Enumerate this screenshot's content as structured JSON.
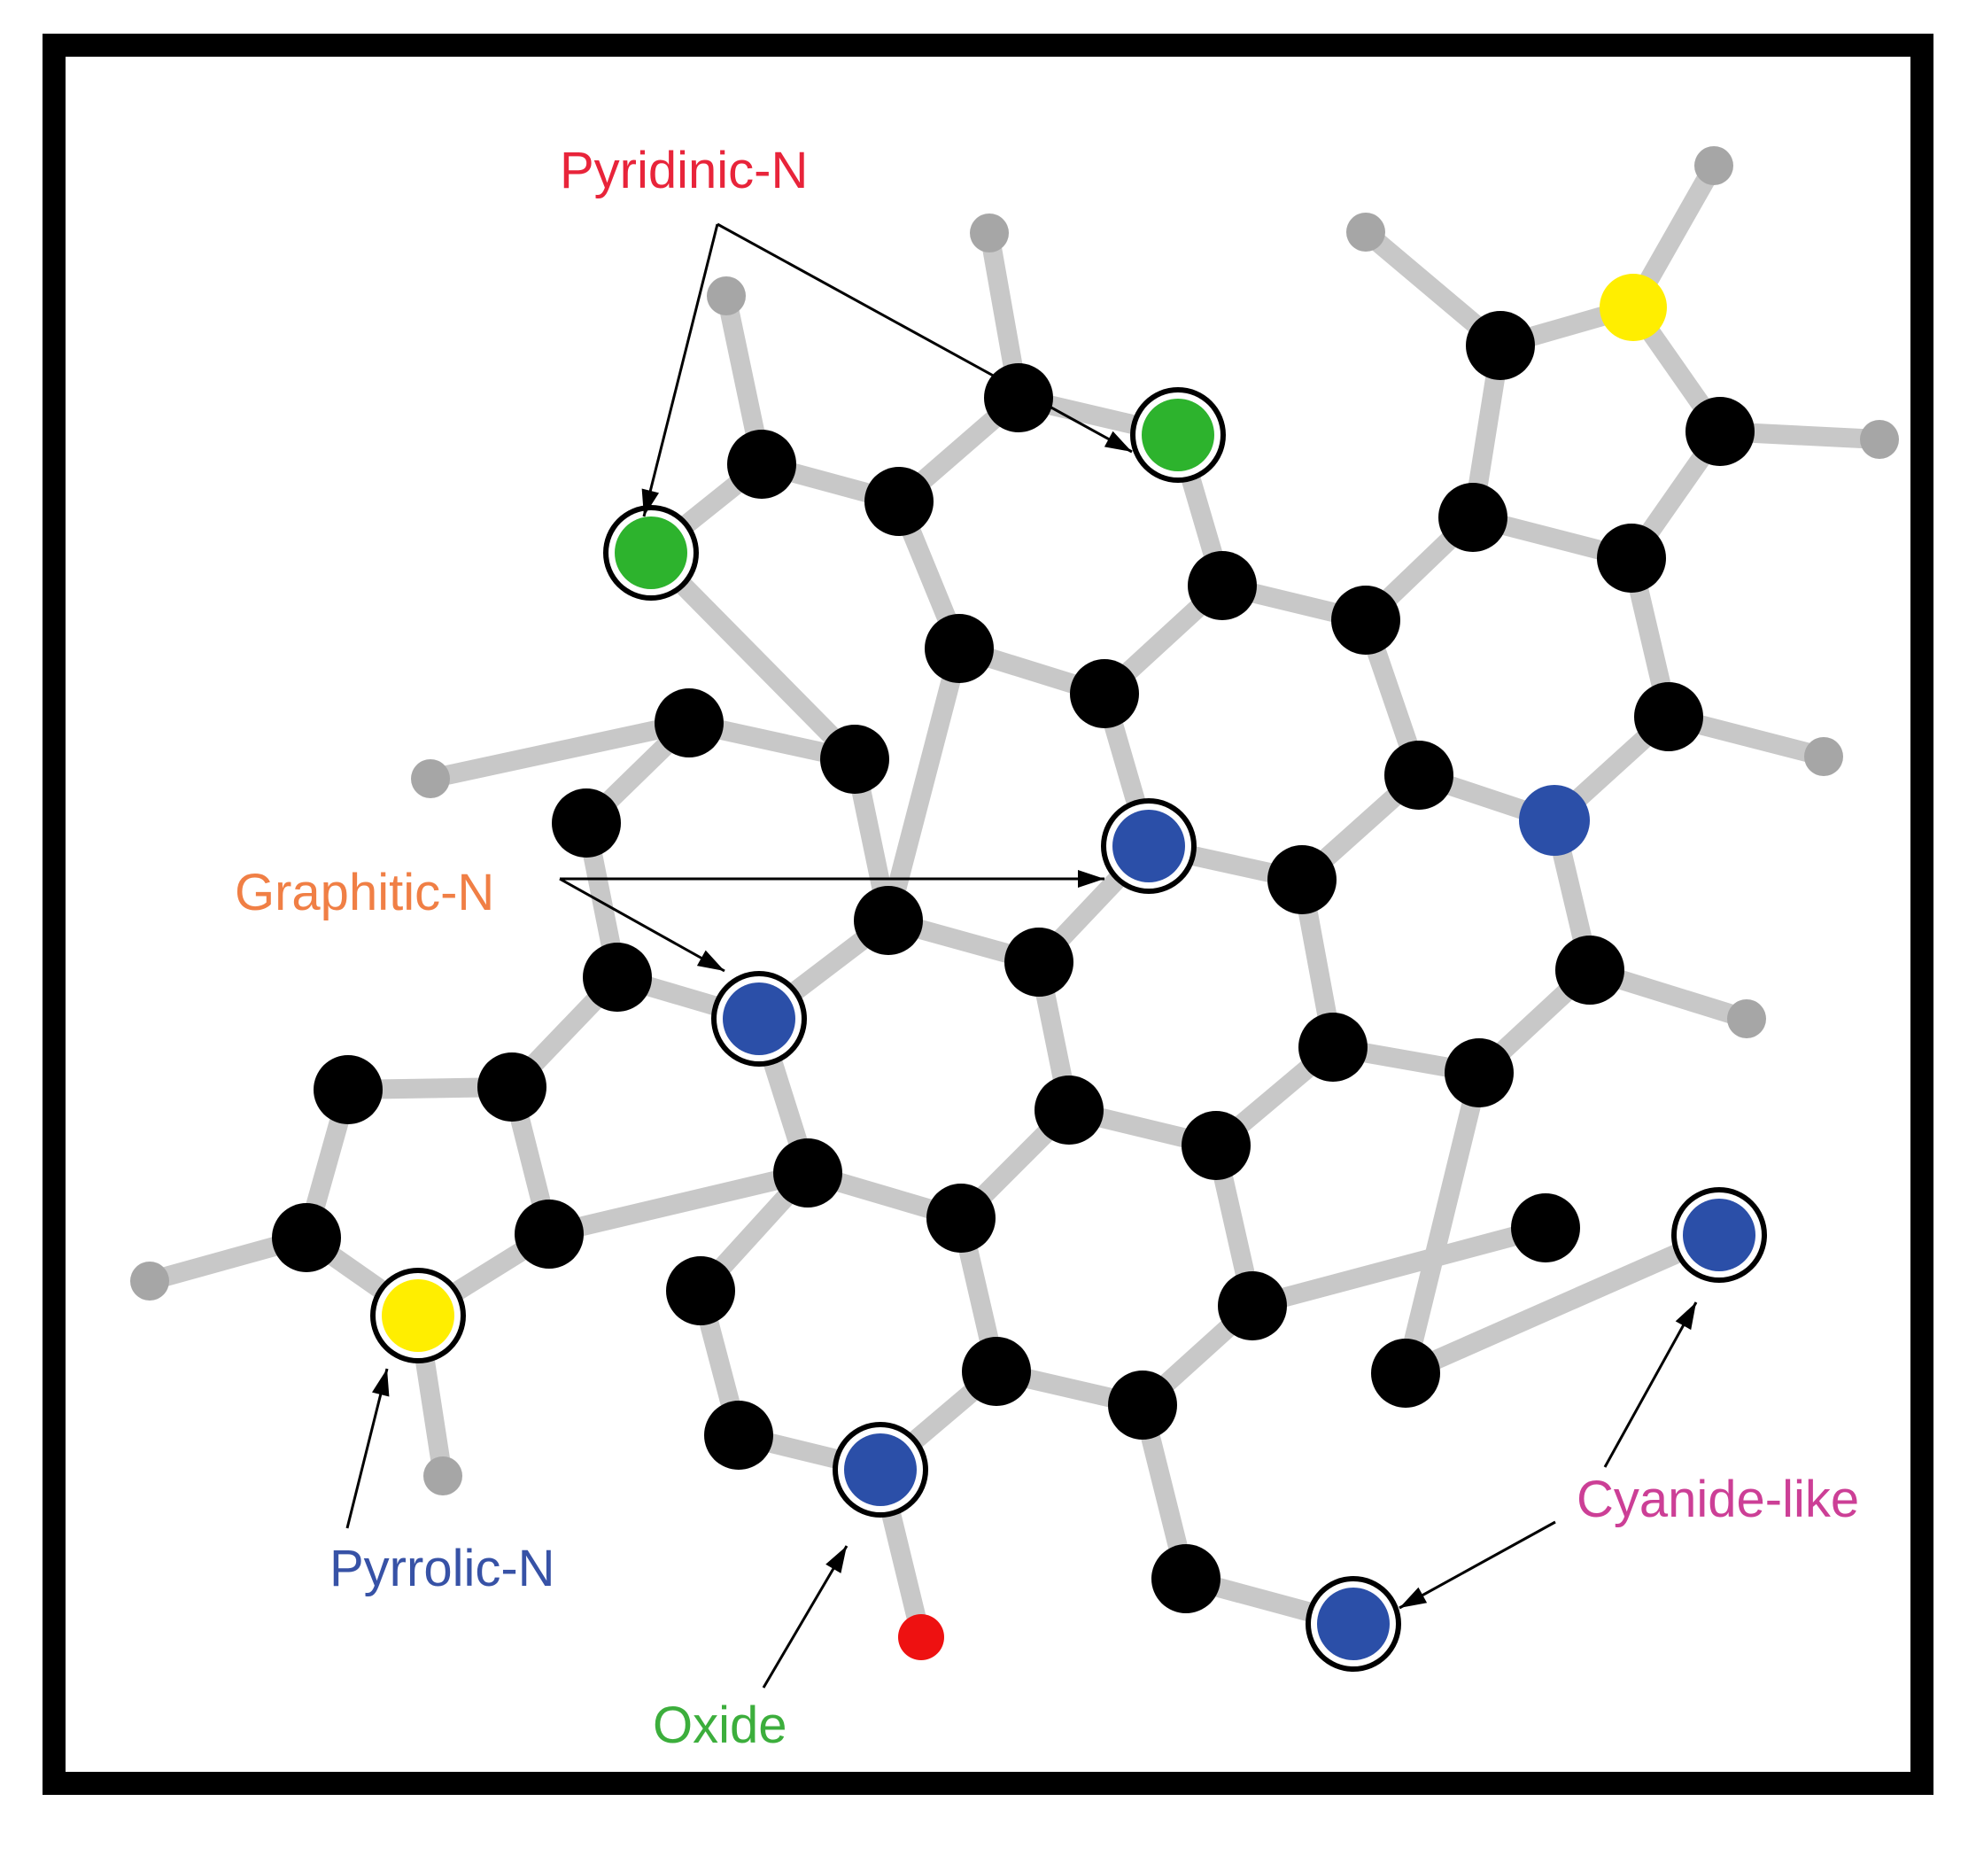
{
  "labels": {
    "pyridinic": "Pyridinic-N",
    "graphitic": "Graphitic-N",
    "pyrrolic": "Pyrrolic-N",
    "oxide": "Oxide",
    "cyanide": "Cyanide-like"
  },
  "colors": {
    "carbon": "#000000",
    "hydrogen": "#a6a6a6",
    "bond": "#c8c8c8",
    "pyridinic_atom": "#2db32d",
    "nitrogen_atom": "#2b4fa8",
    "sulfur_atom": "#ffee00",
    "oxygen_atom": "#ee1111",
    "pyridinic_label": "#e8243a",
    "graphitic_label": "#f07f45",
    "pyrrolic_label": "#3752a6",
    "oxide_label": "#3cae3c",
    "cyanide_label": "#cc3f96"
  }
}
